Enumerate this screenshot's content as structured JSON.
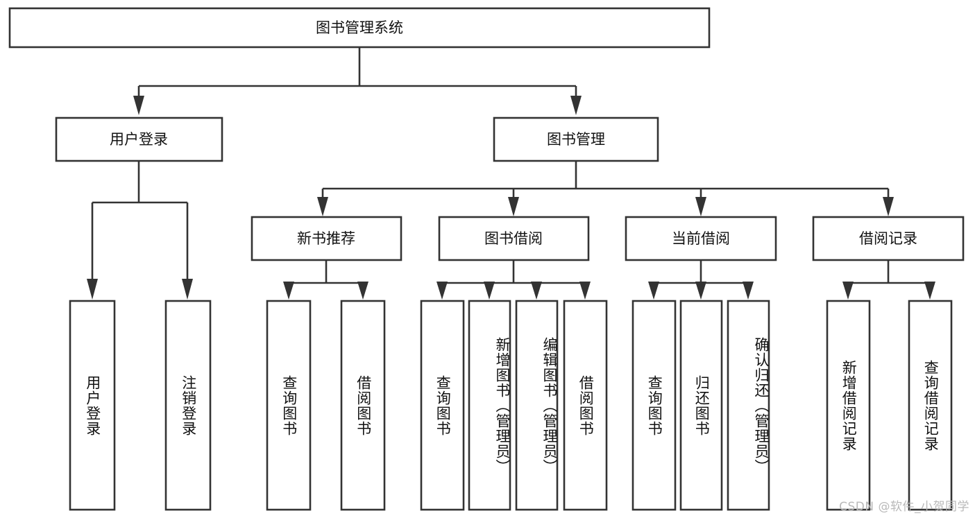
{
  "diagram": {
    "type": "tree",
    "title": "图书管理系统",
    "root": {
      "id": "root",
      "label": "图书管理系统",
      "orientation": "horizontal"
    },
    "level1": [
      {
        "id": "user-login",
        "label": "用户登录",
        "orientation": "horizontal"
      },
      {
        "id": "book-manage",
        "label": "图书管理",
        "orientation": "horizontal"
      }
    ],
    "level2": [
      {
        "id": "new-book-recommend",
        "label": "新书推荐",
        "orientation": "horizontal",
        "parent": "book-manage"
      },
      {
        "id": "book-borrow",
        "label": "图书借阅",
        "orientation": "horizontal",
        "parent": "book-manage"
      },
      {
        "id": "current-borrow",
        "label": "当前借阅",
        "orientation": "horizontal",
        "parent": "book-manage"
      },
      {
        "id": "borrow-record",
        "label": "借阅记录",
        "orientation": "horizontal",
        "parent": "book-manage"
      }
    ],
    "leaves": [
      {
        "id": "leaf-user-login",
        "label": "用户登录",
        "parent": "user-login",
        "orientation": "vertical"
      },
      {
        "id": "leaf-user-logout",
        "label": "注销登录",
        "parent": "user-login",
        "orientation": "vertical"
      },
      {
        "id": "leaf-query-book-1",
        "label": "查询图书",
        "parent": "new-book-recommend",
        "orientation": "vertical"
      },
      {
        "id": "leaf-borrow-book-1",
        "label": "借阅图书",
        "parent": "new-book-recommend",
        "orientation": "vertical"
      },
      {
        "id": "leaf-query-book-2",
        "label": "查询图书",
        "parent": "book-borrow",
        "orientation": "vertical"
      },
      {
        "id": "leaf-add-book",
        "label": "新增图书（管理员）",
        "parent": "book-borrow",
        "orientation": "vertical"
      },
      {
        "id": "leaf-edit-book",
        "label": "编辑图书（管理员）",
        "parent": "book-borrow",
        "orientation": "vertical"
      },
      {
        "id": "leaf-borrow-book-2",
        "label": "借阅图书",
        "parent": "book-borrow",
        "orientation": "vertical"
      },
      {
        "id": "leaf-query-book-3",
        "label": "查询图书",
        "parent": "current-borrow",
        "orientation": "vertical"
      },
      {
        "id": "leaf-return-book",
        "label": "归还图书",
        "parent": "current-borrow",
        "orientation": "vertical"
      },
      {
        "id": "leaf-confirm-return",
        "label": "确认归还（管理员）",
        "parent": "current-borrow",
        "orientation": "vertical"
      },
      {
        "id": "leaf-add-record",
        "label": "新增借阅记录",
        "parent": "borrow-record",
        "orientation": "vertical"
      },
      {
        "id": "leaf-query-record",
        "label": "查询借阅记录",
        "parent": "borrow-record",
        "orientation": "vertical"
      }
    ],
    "colors": {
      "stroke": "#333333",
      "fill": "#ffffff",
      "text": "#111111",
      "watermark": "#b9b9b9"
    }
  },
  "watermark": {
    "text": "CSDN @软件_小贺同学"
  }
}
